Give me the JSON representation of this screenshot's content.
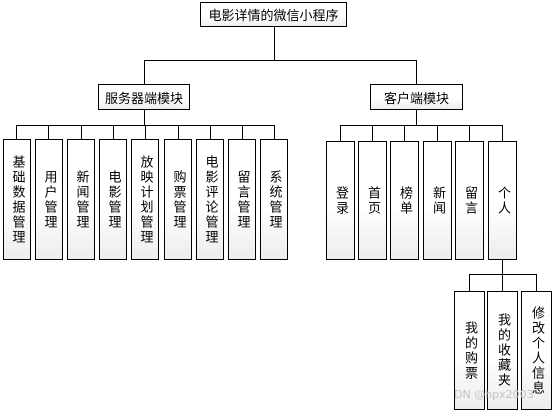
{
  "root": {
    "label": "电影详情的微信小程序"
  },
  "server": {
    "label": "服务器端模块",
    "children": [
      "基础数据管理",
      "用户管理",
      "新闻管理",
      "电影管理",
      "放映计划管理",
      "购票管理",
      "电影评论管理",
      "留言管理",
      "系统管理"
    ]
  },
  "client": {
    "label": "客户端模块",
    "children": [
      "登录",
      "首页",
      "榜单",
      "新闻",
      "留言",
      "个人"
    ]
  },
  "personal": {
    "children": [
      "我的购票",
      "我的收藏夹",
      "修改个人信息"
    ]
  },
  "watermark": "DN @hpx2003"
}
